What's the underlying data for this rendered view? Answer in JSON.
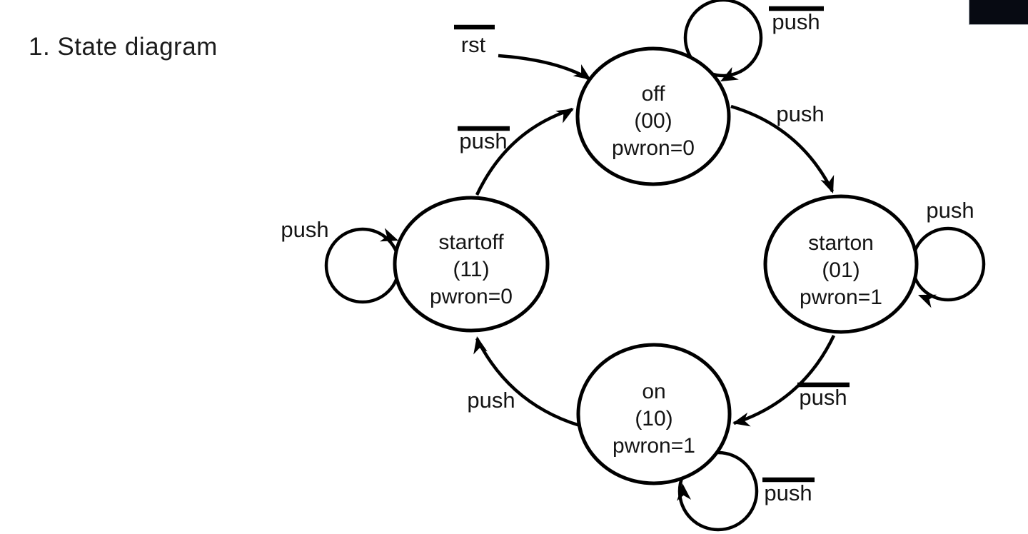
{
  "page": {
    "title": "1. State diagram"
  },
  "diagram": {
    "type": "state-machine",
    "states": [
      {
        "id": "off",
        "name": "off",
        "encoding": "(00)",
        "output": "pwron=0"
      },
      {
        "id": "starton",
        "name": "starton",
        "encoding": "(01)",
        "output": "pwron=1"
      },
      {
        "id": "on",
        "name": "on",
        "encoding": "(10)",
        "output": "pwron=1"
      },
      {
        "id": "startoff",
        "name": "startoff",
        "encoding": "(11)",
        "output": "pwron=0"
      }
    ],
    "transitions": [
      {
        "from": "reset",
        "to": "off",
        "label": "rst",
        "negated": true
      },
      {
        "from": "off",
        "to": "off",
        "label": "push",
        "negated": true
      },
      {
        "from": "off",
        "to": "starton",
        "label": "push",
        "negated": false
      },
      {
        "from": "starton",
        "to": "starton",
        "label": "push",
        "negated": false
      },
      {
        "from": "starton",
        "to": "on",
        "label": "push",
        "negated": true
      },
      {
        "from": "on",
        "to": "on",
        "label": "push",
        "negated": true
      },
      {
        "from": "on",
        "to": "startoff",
        "label": "push",
        "negated": false
      },
      {
        "from": "startoff",
        "to": "startoff",
        "label": "push",
        "negated": false
      },
      {
        "from": "startoff",
        "to": "off",
        "label": "push",
        "negated": true
      }
    ],
    "colors": {
      "stroke": "#000000",
      "text": "#141414",
      "background": "#ffffff",
      "corner_fragment": "#070a12"
    }
  }
}
